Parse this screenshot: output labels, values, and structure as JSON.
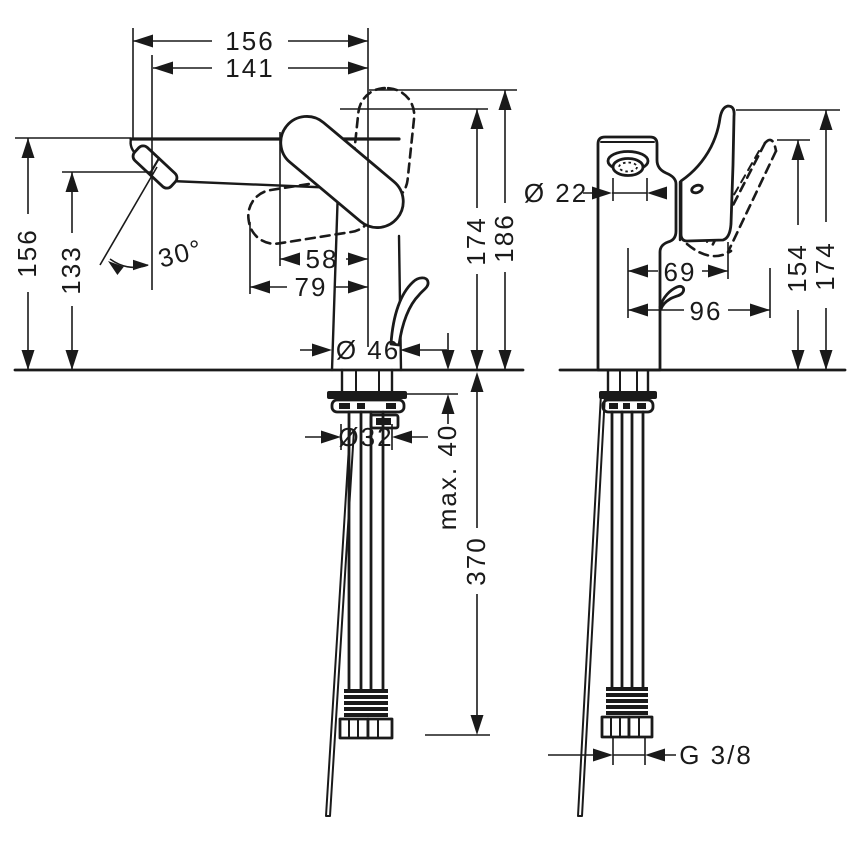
{
  "drawing": {
    "kind": "technical dimension drawing",
    "subject": "single-lever basin mixer faucet, front and side elevations",
    "units": "mm",
    "line_color": "#1a1a1a",
    "background": "#ffffff"
  },
  "views": {
    "front": {
      "label": "front view",
      "dims": {
        "total_projection": "156",
        "spout_reach": "141",
        "height_overall": "156",
        "outlet_height": "133",
        "spout_angle": "30°",
        "handle_to_axis": "58",
        "handle_reach": "79",
        "base_diameter": "Ø 46",
        "height_to_spout": "174",
        "height_to_handle": "186",
        "shank_diameter": "Ø32",
        "max_mounting_thickness": "max. 40",
        "hose_length": "370"
      }
    },
    "side": {
      "label": "side view",
      "dims": {
        "outlet_diameter": "Ø 22",
        "handle_offset": "69",
        "handle_reach": "96",
        "handle_height_open": "154",
        "handle_height": "174",
        "supply_connection": "G 3/8"
      }
    }
  }
}
